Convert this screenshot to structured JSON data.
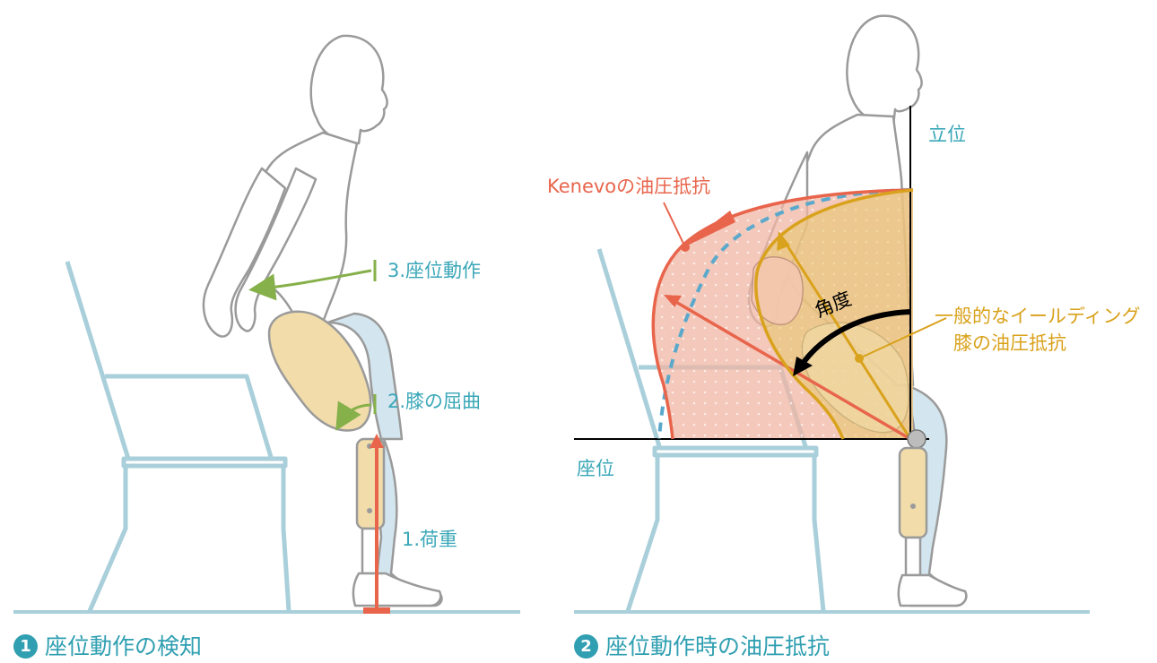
{
  "panel1": {
    "labels": {
      "step3": "3.座位動作",
      "step2": "2.膝の屈曲",
      "step1": "1.荷重"
    },
    "caption": {
      "number": "1",
      "text": "座位動作の検知"
    }
  },
  "panel2": {
    "labels": {
      "standing": "立位",
      "sitting": "座位",
      "kenevo": "Kenevoの油圧抵抗",
      "generic_line1": "一般的なイールディング",
      "generic_line2": "膝の油圧抵抗",
      "angle": "角度"
    },
    "caption": {
      "number": "2",
      "text": "座位動作時の油圧抵抗"
    }
  },
  "colors": {
    "chair": "#a9cfdb",
    "figure_outline": "#9a9a9a",
    "prosthetic": "#f1dcaa",
    "leg_light": "#d3e5ee",
    "load_red": "#e8654c",
    "step_green": "#86b04a",
    "teal_text": "#3aa7b8",
    "kenevo_fill": "#f0b6a3",
    "generic_gold": "#d9a21c",
    "dashed_blue": "#5aa9cc"
  }
}
